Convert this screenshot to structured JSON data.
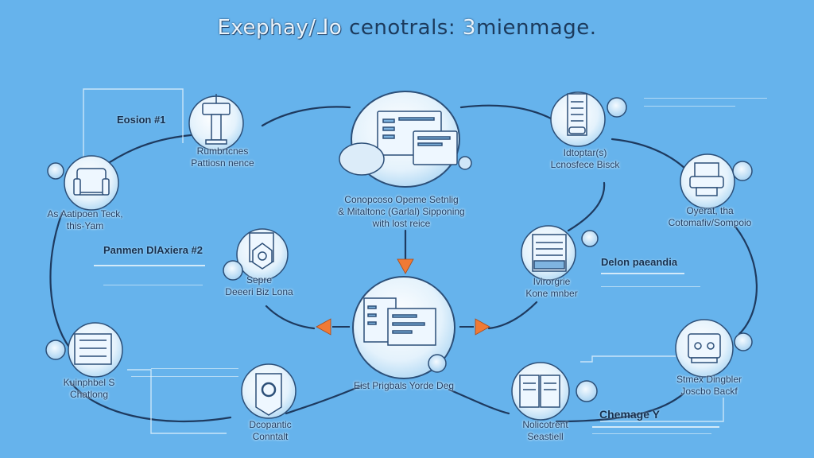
{
  "title": {
    "part1": "Exephay/ᒧo",
    "part2": " cenotrals: ",
    "part3": "3",
    "part4": "mienmage."
  },
  "colors": {
    "background": "#66b3ec",
    "node_fill": "#eaf5fd",
    "line": "#1e3a5f",
    "arrow": "#f07a35",
    "text": "#1f3d63"
  },
  "sections": {
    "s1": "Eosion #1",
    "s2": "Panmen DlAxiera #2",
    "s3": "Delon paeandia",
    "s4": "Chemage Y"
  },
  "nodes": [
    {
      "id": "tower",
      "icon": "tower-icon",
      "label1": "Rumbrtcnes",
      "label2": "Pattiosn nence"
    },
    {
      "id": "armchair",
      "icon": "armchair-icon",
      "label1": "As Aatipoen Teck,",
      "label2": "this-Yam"
    },
    {
      "id": "center-top",
      "icon": "dashboard-screens-icon",
      "label1": "Conopcoso Opeme Setnlig",
      "label2": "& Mitaltonc (Garlal) Sipponing",
      "label3": "with lost reice"
    },
    {
      "id": "server",
      "icon": "server-rack-icon",
      "label1": "Idtoptar(s)",
      "label2": "Lcnosfece Bisck"
    },
    {
      "id": "printer",
      "icon": "printer-icon",
      "label1": "Oyerat, tha",
      "label2": "Cotomafiv/Sompoio"
    },
    {
      "id": "shield",
      "icon": "shield-document-icon",
      "label1": "Sepre",
      "label2": "Deeeri Biz Lona"
    },
    {
      "id": "spreadsheet",
      "icon": "spreadsheet-icon",
      "label1": "Ivirorgrie",
      "label2": "Kone mnber"
    },
    {
      "id": "center-bottom",
      "icon": "browser-windows-icon",
      "label1": "Eist Prigbals  Yorde Deg"
    },
    {
      "id": "checklist",
      "icon": "checklist-icon",
      "label1": "Kuinphbel S",
      "label2": "Chatlong"
    },
    {
      "id": "badge",
      "icon": "target-badge-icon",
      "label1": "Dcopantic",
      "label2": "Conntalt"
    },
    {
      "id": "book",
      "icon": "open-book-icon",
      "label1": "Nolicotrent",
      "label2": "Seastiell"
    },
    {
      "id": "machine",
      "icon": "machine-icon",
      "label1": "Stmex Dingbler",
      "label2": "Joscbo Backf"
    }
  ]
}
